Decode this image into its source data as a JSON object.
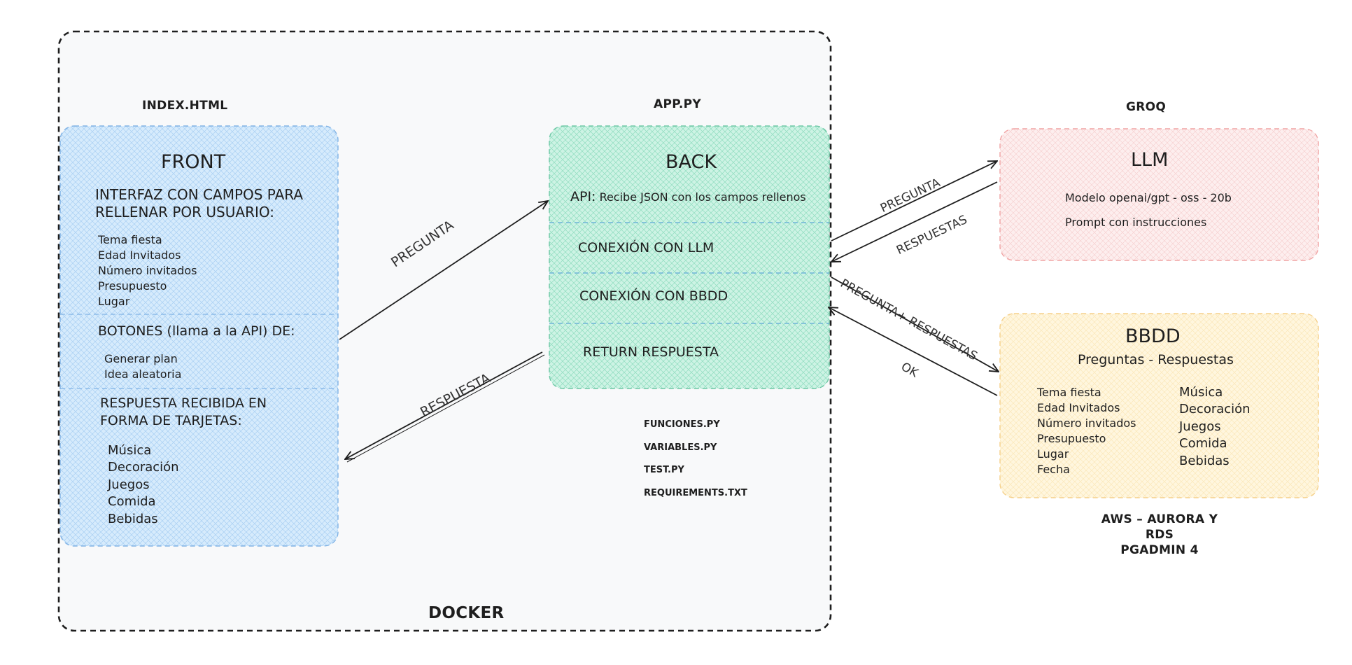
{
  "docker": {
    "label": "DOCKER"
  },
  "front": {
    "file": "INDEX.HTML",
    "title": "FRONT",
    "form_heading": [
      "INTERFAZ CON CAMPOS PARA",
      "RELLENAR POR USUARIO:"
    ],
    "fields": [
      "Tema fiesta",
      "Edad Invitados",
      "Número invitados",
      "Presupuesto",
      "Lugar"
    ],
    "buttons_heading": "BOTONES (llama a la API) DE:",
    "buttons": [
      "Generar plan",
      "Idea aleatoria"
    ],
    "response_heading": [
      "RESPUESTA RECIBIDA EN",
      "FORMA DE TARJETAS:"
    ],
    "cards": [
      "Música",
      "Decoración",
      "Juegos",
      "Comida",
      "Bebidas"
    ]
  },
  "back": {
    "file": "APP.PY",
    "title": "BACK",
    "api_prefix": "API:",
    "api_text": "Recibe JSON con los campos rellenos",
    "sections": [
      "CONEXIÓN CON LLM",
      "CONEXIÓN CON BBDD",
      "RETURN RESPUESTA"
    ],
    "files": [
      "FUNCIONES.PY",
      "VARIABLES.PY",
      "TEST.PY",
      "REQUIREMENTS.TXT"
    ]
  },
  "llm": {
    "provider": "GROQ",
    "title": "LLM",
    "lines": [
      "Modelo openai/gpt - oss - 20b",
      "Prompt con instrucciones"
    ]
  },
  "bbdd": {
    "title": "BBDD",
    "subtitle": "Preguntas - Respuestas",
    "left_items": [
      "Tema fiesta",
      "Edad Invitados",
      "Número invitados",
      "Presupuesto",
      "Lugar",
      "Fecha"
    ],
    "right_items": [
      "Música",
      "Decoración",
      "Juegos",
      "Comida",
      "Bebidas"
    ],
    "host": [
      "AWS – AURORA Y RDS",
      "PGADMIN 4"
    ]
  },
  "arrows": {
    "front_to_back": "PREGUNTA",
    "back_to_front": "RESPUESTA",
    "back_to_llm": "PREGUNTA",
    "llm_to_back": "RESPUESTAS",
    "back_to_bbdd": "PREGUNTA+ RESPUESTAS",
    "bbdd_to_back": "OK"
  },
  "colors": {
    "front_fill": "#d0e8fb",
    "front_hatch": "#a5cdf2",
    "back_fill": "#c8f2e2",
    "back_hatch": "#8fdcc0",
    "llm_fill": "#fdeaea",
    "llm_hatch": "#f6c4c4",
    "bbdd_fill": "#fff3d6",
    "bbdd_hatch": "#fbe2a8",
    "docker_bg": "#f8f9fa"
  }
}
